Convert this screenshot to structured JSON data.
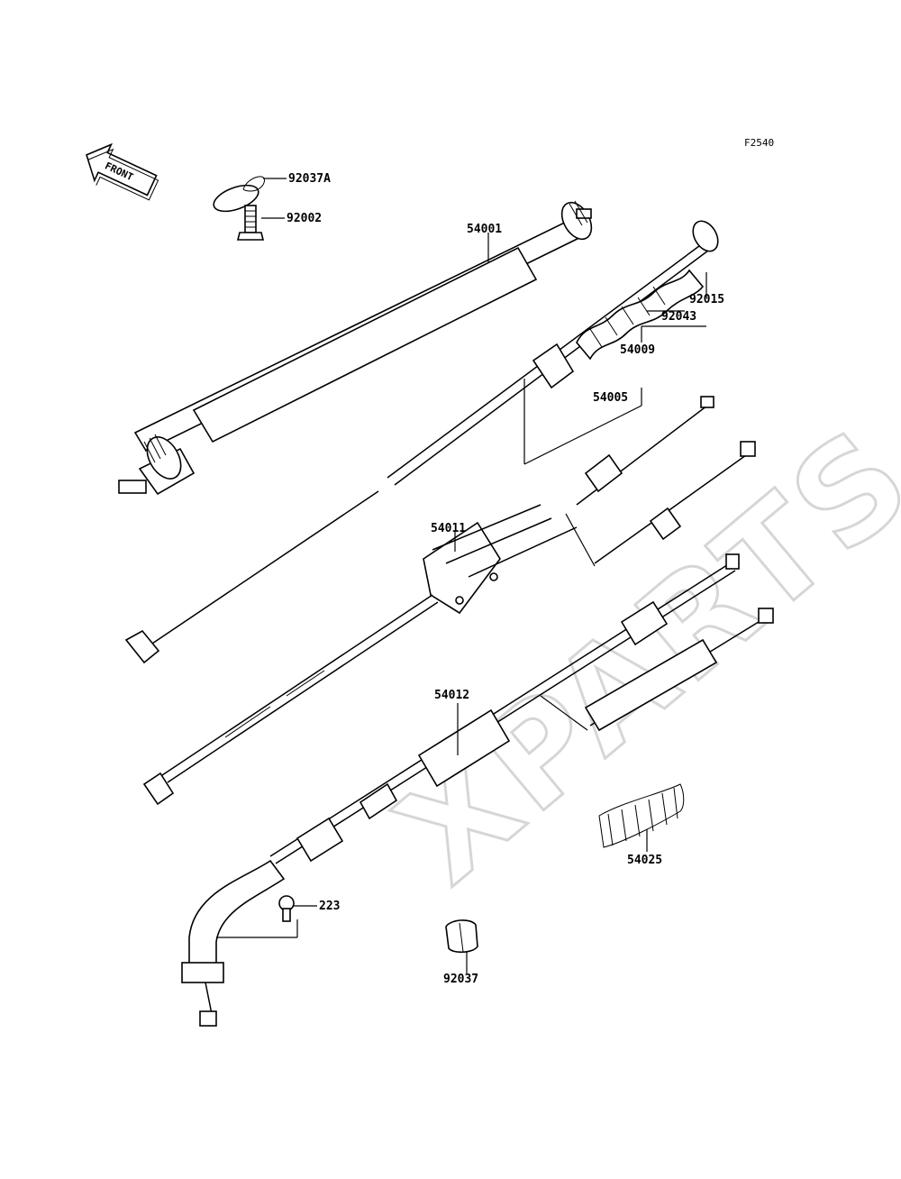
{
  "figure_code": "F2540",
  "direction_label": "FRONT",
  "watermark": "XPARTS",
  "parts": [
    {
      "id": "p92037A",
      "number": "92037A"
    },
    {
      "id": "p92002",
      "number": "92002"
    },
    {
      "id": "p54001",
      "number": "54001"
    },
    {
      "id": "p92015",
      "number": "92015"
    },
    {
      "id": "p92043",
      "number": "92043"
    },
    {
      "id": "p54009",
      "number": "54009"
    },
    {
      "id": "p54005",
      "number": "54005"
    },
    {
      "id": "p54011",
      "number": "54011"
    },
    {
      "id": "p54012",
      "number": "54012"
    },
    {
      "id": "p54025",
      "number": "54025"
    },
    {
      "id": "p223",
      "number": "223"
    },
    {
      "id": "p92037",
      "number": "92037"
    }
  ]
}
